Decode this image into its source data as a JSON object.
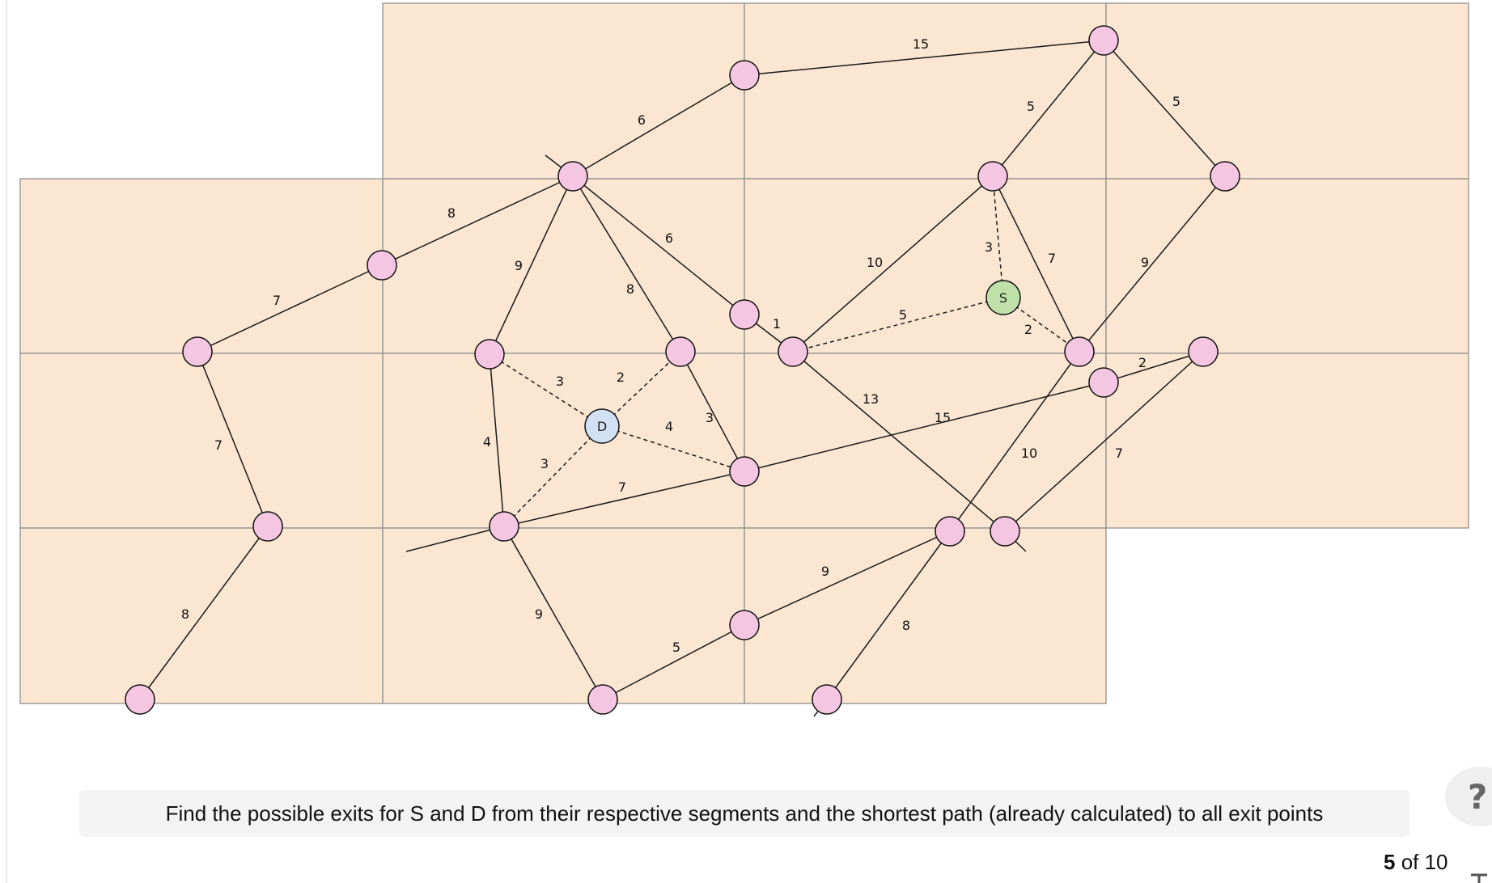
{
  "diagram": {
    "colors": {
      "cell_fill": "#fae6d1",
      "grid_line": "#8f8f8f",
      "edge": "#1a1a1a",
      "node_fill": "#f5c6e2",
      "source_fill": "#bfe0a8",
      "dest_fill": "#d2e0f3"
    },
    "source_label": "S",
    "dest_label": "D",
    "edge_labels": [
      "15",
      "6",
      "5",
      "5",
      "8",
      "6",
      "9",
      "8",
      "10",
      "3",
      "7",
      "9",
      "7",
      "1",
      "5",
      "2",
      "2",
      "3",
      "2",
      "4",
      "3",
      "13",
      "15",
      "7",
      "4",
      "3",
      "7",
      "10",
      "7",
      "9",
      "8",
      "9",
      "5",
      "8"
    ]
  },
  "caption": "Find the possible exits for S and D from their respective segments and the shortest path (already calculated) to all exit points",
  "help_button": "?",
  "pager": {
    "current": "5",
    "rest": " of 10"
  },
  "icons": {
    "help": "question-mark-icon",
    "corner": "text-size-icon"
  }
}
